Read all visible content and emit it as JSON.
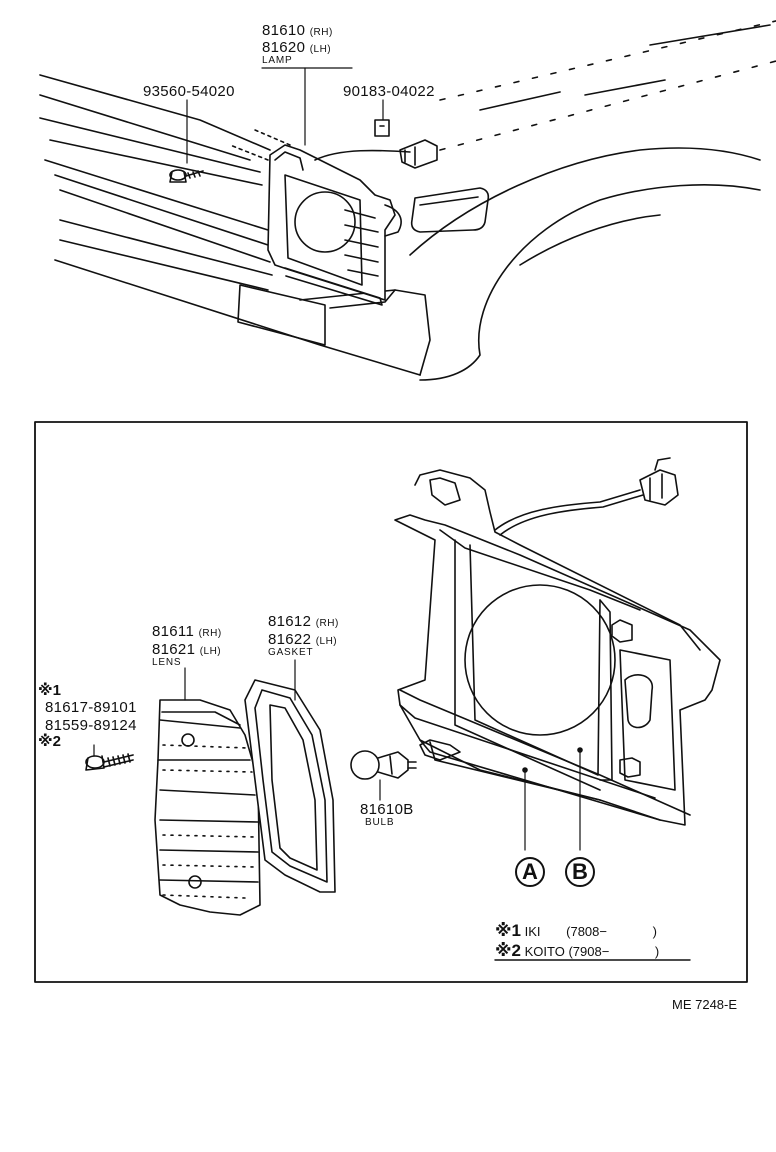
{
  "top": {
    "lamp_rh_pn": "81610",
    "lamp_rh_side": "(RH)",
    "lamp_lh_pn": "81620",
    "lamp_lh_side": "(LH)",
    "lamp_name": "LAMP",
    "screw_pn": "93560-54020",
    "nut_pn": "90183-04022"
  },
  "detail": {
    "lens_rh_pn": "81611",
    "lens_rh_side": "(RH)",
    "lens_lh_pn": "81621",
    "lens_lh_side": "(LH)",
    "lens_name": "LENS",
    "gasket_rh_pn": "81612",
    "gasket_rh_side": "(RH)",
    "gasket_lh_pn": "81622",
    "gasket_lh_side": "(LH)",
    "gasket_name": "GASKET",
    "bulb_pn": "81610B",
    "bulb_name": "BULB",
    "mark1": "※1",
    "screw1_pn": "81617-89101",
    "screw2_pn": "81559-89124",
    "mark2": "※2",
    "callout_a": "A",
    "callout_b": "B"
  },
  "notes": [
    {
      "mark": "※1",
      "maker": "IKI",
      "date": "(7808−",
      "close": ")"
    },
    {
      "mark": "※2",
      "maker": "KOITO",
      "date": "(7908−",
      "close": ")"
    }
  ],
  "footer_code": "ME 7248-E"
}
